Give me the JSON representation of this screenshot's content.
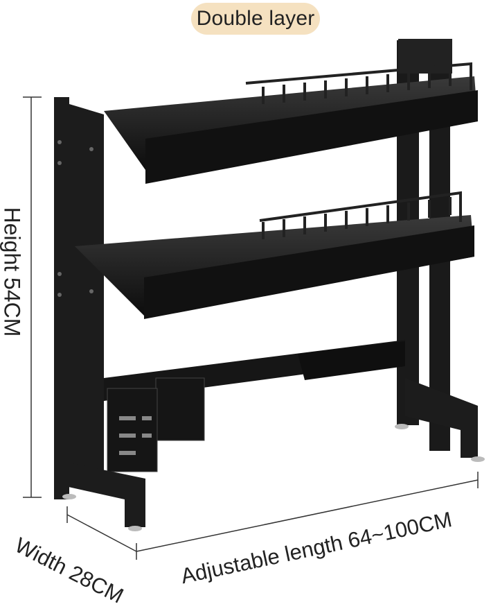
{
  "image": {
    "title_label": "Double layer",
    "dimensions": {
      "height_label": "Height 54CM",
      "width_label": "Width 28CM",
      "length_label": "Adjustable length 64~100CM"
    },
    "colors": {
      "label_background": "#f5e1c0",
      "rack": "#1c1c1c",
      "dimension_lines": "#333333",
      "background": "#ffffff"
    }
  }
}
